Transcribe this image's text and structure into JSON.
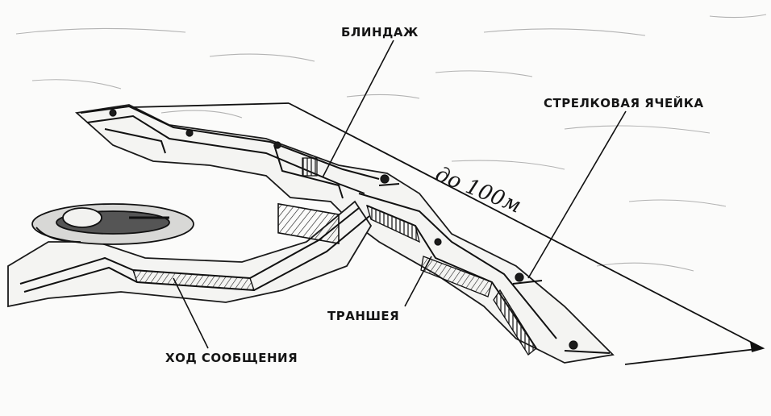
{
  "diagram": {
    "labels": {
      "dugout": "БЛИНДАЖ",
      "rifle_cell": "СТРЕЛКОВАЯ ЯЧЕЙКА",
      "trench": "ТРАНШЕЯ",
      "communication_passage": "ХОД СООБЩЕНИЯ",
      "distance": "до 100м"
    }
  }
}
